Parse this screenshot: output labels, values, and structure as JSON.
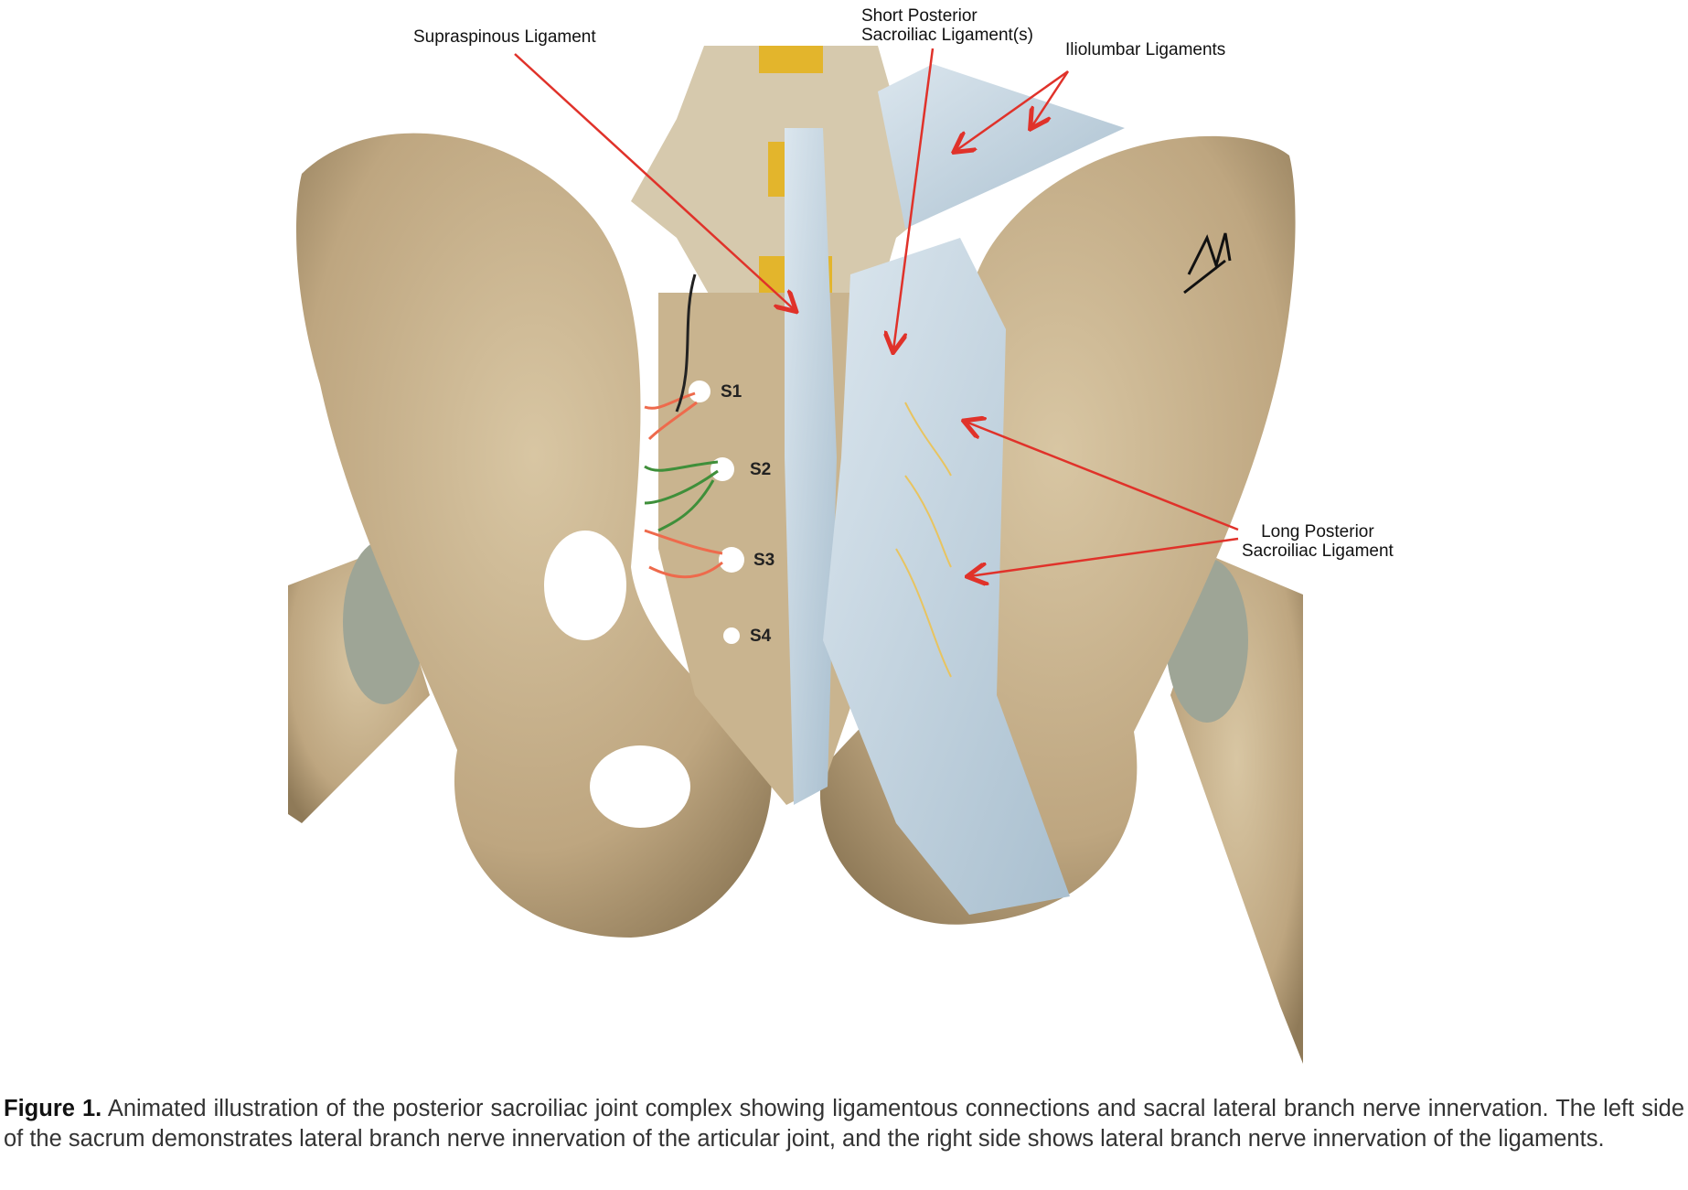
{
  "figure": {
    "labels": {
      "supraspinous": "Supraspinous Ligament",
      "short_posterior_line1": "Short Posterior",
      "short_posterior_line2": "Sacroiliac Ligament(s)",
      "iliolumbar": "Iliolumbar Ligaments",
      "long_posterior_line1": "Long Posterior",
      "long_posterior_line2": "Sacroiliac Ligament"
    },
    "sacral_levels": [
      "S1",
      "S2",
      "S3",
      "S4"
    ],
    "signature": "Miller",
    "colors": {
      "bone": "#c9b48f",
      "ligament": "#c7d6e2",
      "arrow": "#e0322a",
      "nerve_red": "#ee6a4c",
      "nerve_green": "#3f8f3a",
      "nerve_yellow": "#e8c460"
    }
  },
  "caption": {
    "label": "Figure 1.",
    "text": " Animated illustration of the posterior sacroiliac joint complex showing ligamentous connections and sacral lateral branch nerve innervation. The left side of the sacrum demonstrates lateral branch nerve innervation of the articular joint, and the right side shows lateral branch nerve innervation of the ligaments."
  }
}
